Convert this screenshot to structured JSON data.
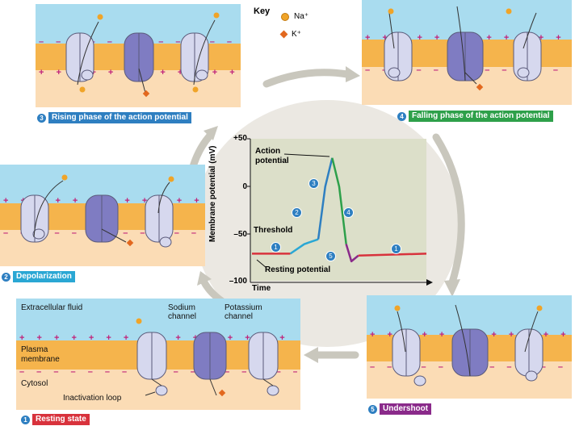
{
  "key": {
    "title": "Key",
    "na": "Na⁺",
    "k": "K⁺"
  },
  "captions": {
    "c1": {
      "num": "1",
      "text": "Resting state",
      "color": "#d8323c"
    },
    "c2": {
      "num": "2",
      "text": "Depolarization",
      "color": "#2aa7d4"
    },
    "c3": {
      "num": "3",
      "text": "Rising phase of the action potential",
      "color": "#2e7fc1"
    },
    "c4": {
      "num": "4",
      "text": "Falling phase of the action potential",
      "color": "#2ea04a"
    },
    "c5": {
      "num": "5",
      "text": "Undershoot",
      "color": "#8a2a8a"
    }
  },
  "labels": {
    "extracellular": "Extracellular fluid",
    "plasma": "Plasma",
    "membrane": "membrane",
    "cytosol": "Cytosol",
    "sodium1": "Sodium",
    "sodium2": "channel",
    "potassium1": "Potassium",
    "potassium2": "channel",
    "loop": "Inactivation loop"
  },
  "charges": {
    "plus": "+ + + + + + + + + + + + + + + + + +",
    "minus": "– – – – – – – – – – – – – – – – – –"
  },
  "chart_data": {
    "type": "line",
    "ylabel": "Membrane potential (mV)",
    "xlabel": "Time",
    "yticks": [
      "+50",
      "0",
      "–50",
      "–100"
    ],
    "ylim": [
      -100,
      50
    ],
    "annotations": {
      "action": "Action",
      "action2": "potential",
      "threshold": "Threshold",
      "resting": "Resting potential"
    },
    "phase_markers": [
      "1",
      "2",
      "3",
      "4",
      "5",
      "1"
    ],
    "series": [
      {
        "name": "",
        "color": "#d8323c",
        "x": [
          0,
          2.2
        ],
        "y": [
          -70,
          -70
        ]
      },
      {
        "name": "",
        "color": "#2aa7d4",
        "x": [
          2.2,
          3.0,
          3.8
        ],
        "y": [
          -70,
          -60,
          -55
        ]
      },
      {
        "name": "",
        "color": "#2e7fc1",
        "x": [
          3.8,
          4.2,
          4.6
        ],
        "y": [
          -55,
          0,
          30
        ]
      },
      {
        "name": "",
        "color": "#2ea04a",
        "x": [
          4.6,
          5.0,
          5.4
        ],
        "y": [
          30,
          0,
          -60
        ]
      },
      {
        "name": "",
        "color": "#8a2a8a",
        "x": [
          5.4,
          5.7,
          6.1
        ],
        "y": [
          -60,
          -78,
          -72
        ]
      },
      {
        "name": "",
        "color": "#d8323c",
        "x": [
          6.1,
          10
        ],
        "y": [
          -72,
          -70
        ]
      }
    ]
  }
}
